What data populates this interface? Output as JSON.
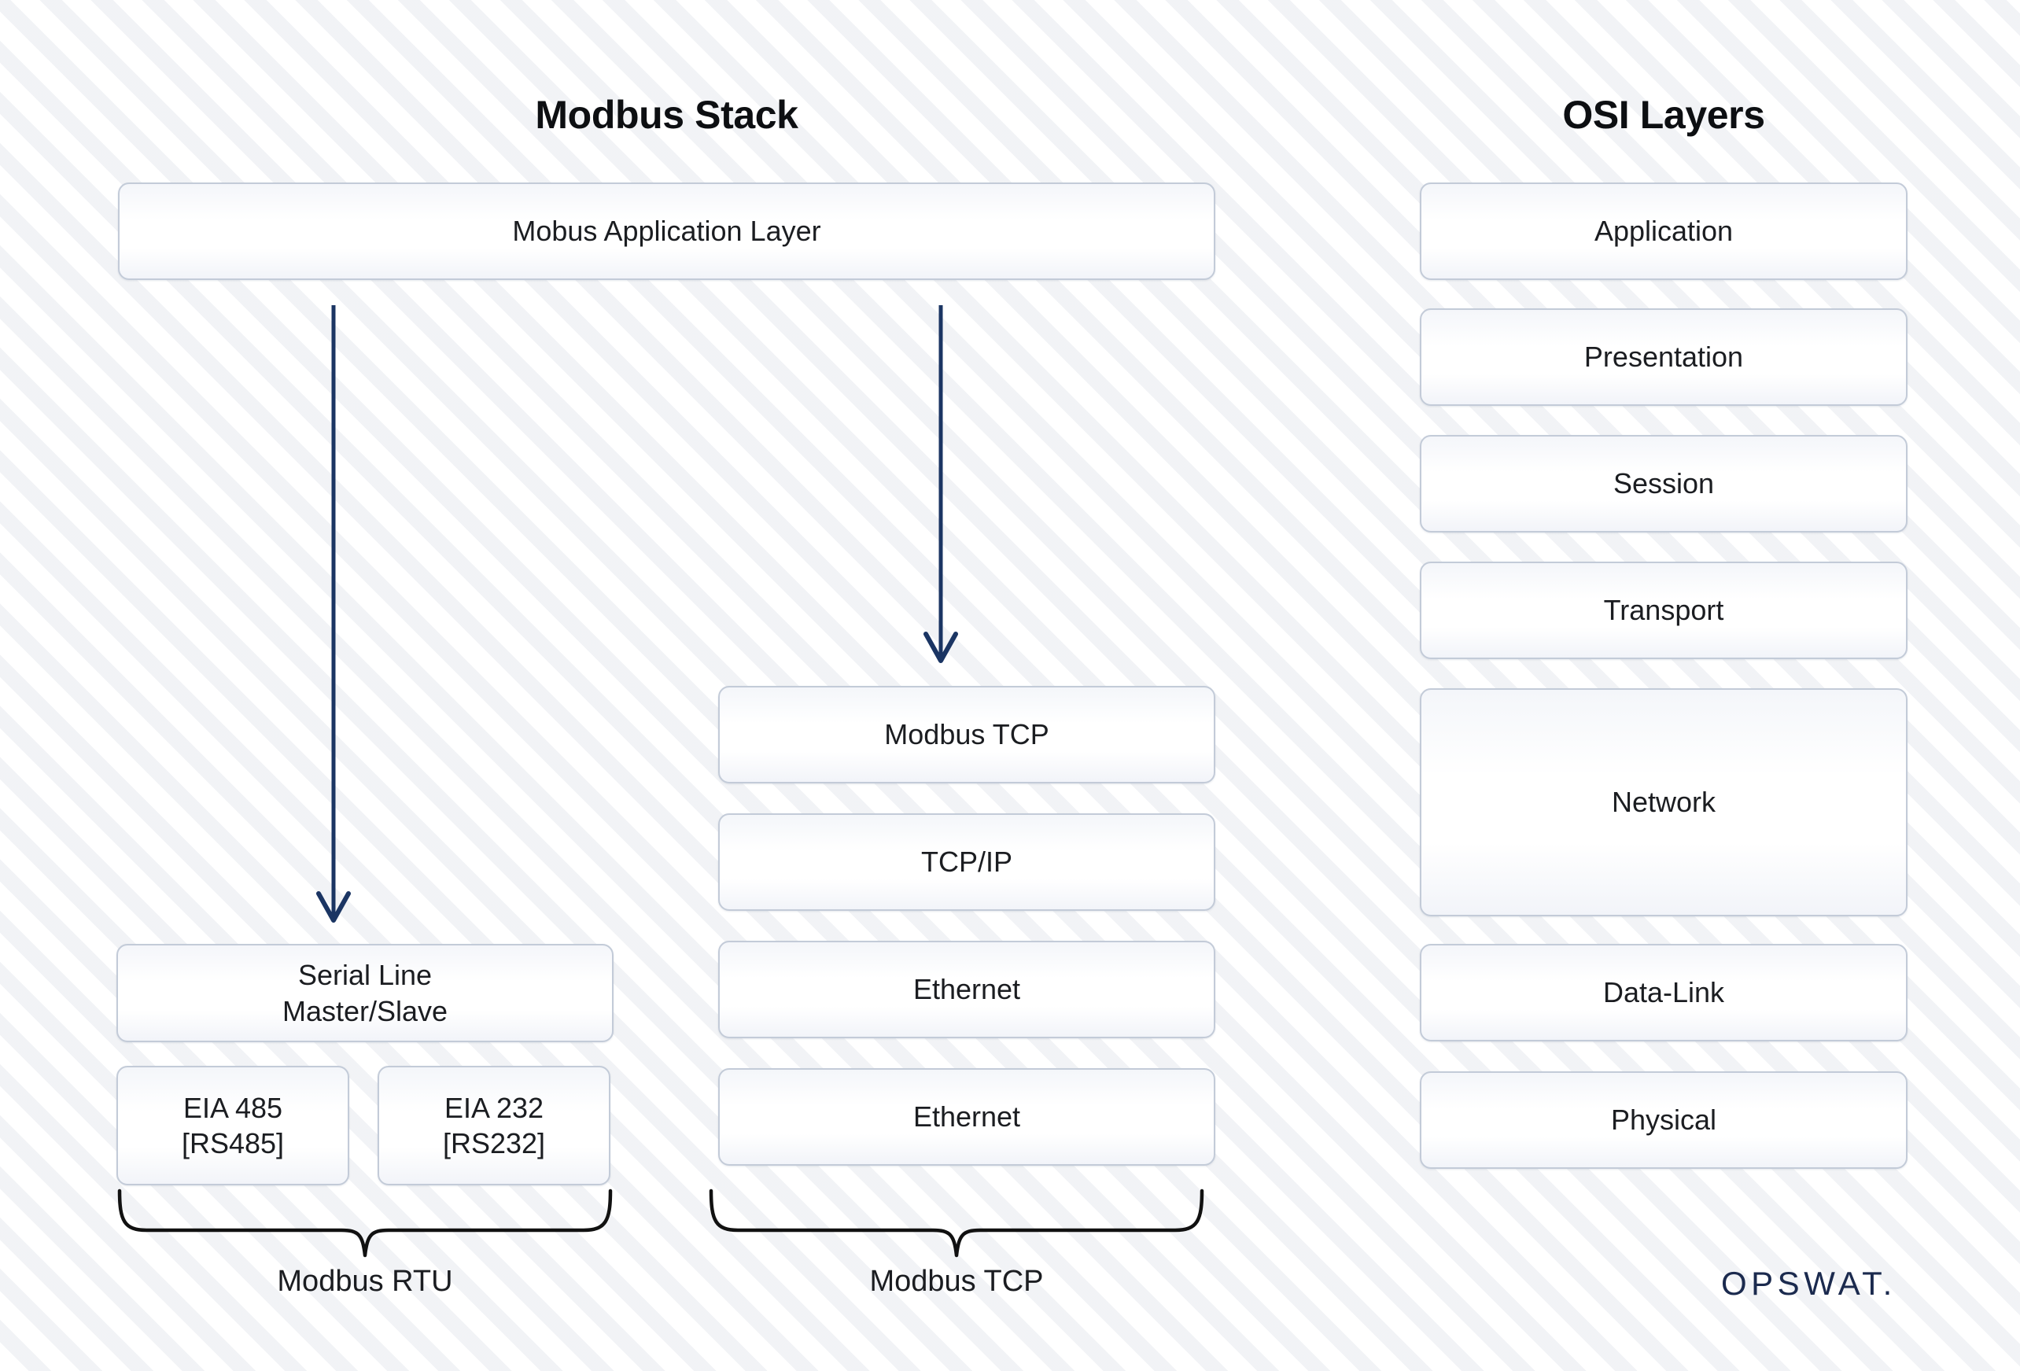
{
  "headings": {
    "left": "Modbus Stack",
    "right": "OSI Layers"
  },
  "modbus_stack": {
    "application_layer": "Mobus Application Layer",
    "serial_branch": {
      "serial_line": "Serial Line\nMaster/Slave",
      "physical_options": [
        "EIA 485\n[RS485]",
        "EIA 232\n[RS232]"
      ],
      "brace_label": "Modbus RTU"
    },
    "tcp_branch": {
      "layers": [
        "Modbus TCP",
        "TCP/IP",
        "Ethernet",
        "Ethernet"
      ],
      "brace_label": "Modbus TCP"
    }
  },
  "osi_layers": [
    "Application",
    "Presentation",
    "Session",
    "Transport",
    "Network",
    "Data-Link",
    "Physical"
  ],
  "branding": {
    "logo_text": "OPSWAT."
  },
  "colors": {
    "arrow": "#1b3563",
    "box_border": "#c3cbd8",
    "brace": "#111111",
    "logo": "#1b2a4e",
    "text": "#1b1d21",
    "background": "#ffffff"
  }
}
